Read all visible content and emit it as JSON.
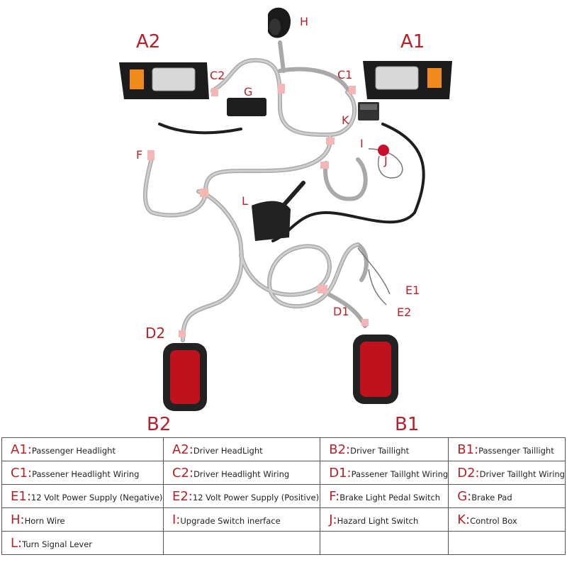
{
  "diagram_labels": {
    "A1": "A1",
    "A2": "A2",
    "B1": "B1",
    "B2": "B2",
    "C1": "C1",
    "C2": "C2",
    "D1": "D1",
    "D2": "D2",
    "E1": "E1",
    "E2": "E2",
    "F": "F",
    "G": "G",
    "H": "H",
    "I": "I",
    "J": "J",
    "K": "K",
    "L": "L"
  },
  "legend": [
    [
      {
        "code": "A1:",
        "text": "Passenger Headlight"
      },
      {
        "code": "A2:",
        "text": "Driver HeadLight"
      },
      {
        "code": "B2:",
        "text": "Driver Taillight"
      },
      {
        "code": "B1:",
        "text": "Passenger Taillight"
      }
    ],
    [
      {
        "code": "C1:",
        "text": "Passener Headlight Wiring"
      },
      {
        "code": "C2:",
        "text": "Driver Headlight Wiring"
      },
      {
        "code": "D1:",
        "text": "Passener Taillght Wiring"
      },
      {
        "code": "D2:",
        "text": "Driver Taillght Wiring"
      }
    ],
    [
      {
        "code": "E1:",
        "text": "12 Volt Power Supply (Negative)"
      },
      {
        "code": "E2:",
        "text": "12 Volt Power Supply (Positive)"
      },
      {
        "code": "F:",
        "text": "Brake Light Pedal Switch"
      },
      {
        "code": "G:",
        "text": "Brake Pad"
      }
    ],
    [
      {
        "code": "H:",
        "text": "Horn Wire"
      },
      {
        "code": "I:",
        "text": "Upgrade Switch inerface"
      },
      {
        "code": "J:",
        "text": "Hazard Light Switch"
      },
      {
        "code": "K:",
        "text": "Control Box"
      }
    ],
    [
      {
        "code": "L:",
        "text": "Turn Signal Lever"
      },
      {
        "code": "",
        "text": ""
      },
      {
        "code": "",
        "text": ""
      },
      {
        "code": "",
        "text": ""
      }
    ]
  ]
}
